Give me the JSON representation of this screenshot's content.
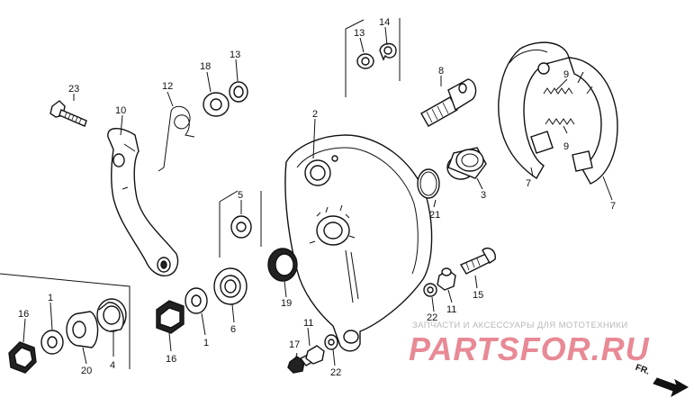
{
  "callouts": [
    {
      "id": "c23",
      "text": "23"
    },
    {
      "id": "c10",
      "text": "10"
    },
    {
      "id": "c12",
      "text": "12"
    },
    {
      "id": "c18",
      "text": "18"
    },
    {
      "id": "c13a",
      "text": "13"
    },
    {
      "id": "c13b",
      "text": "13"
    },
    {
      "id": "c14",
      "text": "14"
    },
    {
      "id": "c8",
      "text": "8"
    },
    {
      "id": "c9a",
      "text": "9"
    },
    {
      "id": "c9b",
      "text": "9"
    },
    {
      "id": "c2",
      "text": "2"
    },
    {
      "id": "c5",
      "text": "5"
    },
    {
      "id": "c21",
      "text": "21"
    },
    {
      "id": "c3",
      "text": "3"
    },
    {
      "id": "c7a",
      "text": "7"
    },
    {
      "id": "c7b",
      "text": "7"
    },
    {
      "id": "c19",
      "text": "19"
    },
    {
      "id": "c6",
      "text": "6"
    },
    {
      "id": "c15",
      "text": "15"
    },
    {
      "id": "c11a",
      "text": "11"
    },
    {
      "id": "c11b",
      "text": "11"
    },
    {
      "id": "c22a",
      "text": "22"
    },
    {
      "id": "c22b",
      "text": "22"
    },
    {
      "id": "c17",
      "text": "17"
    },
    {
      "id": "c16a",
      "text": "16"
    },
    {
      "id": "c16b",
      "text": "16"
    },
    {
      "id": "c1a",
      "text": "1"
    },
    {
      "id": "c1b",
      "text": "1"
    },
    {
      "id": "c20",
      "text": "20"
    },
    {
      "id": "c4",
      "text": "4"
    }
  ],
  "watermark": {
    "tagline": "ЗАПЧАСТИ И АКСЕССУАРЫ ДЛЯ МОТОТЕХНИКИ",
    "brand": "PARTSFOR.RU"
  },
  "direction_label": "FR."
}
